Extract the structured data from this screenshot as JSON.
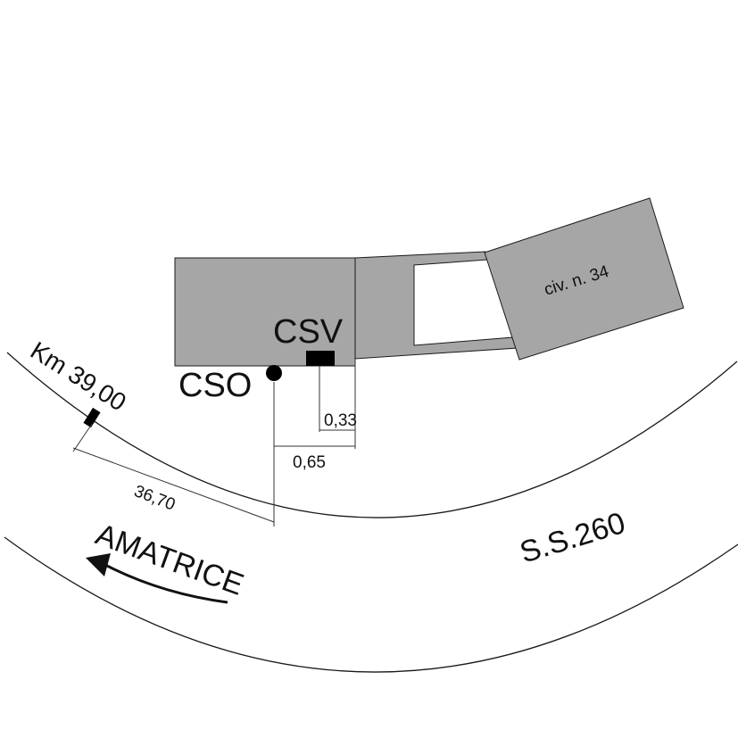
{
  "labels": {
    "km_marker": "Km 39,00",
    "csv": "CSV",
    "cso": "CSO",
    "civic_number": "civ. n. 34",
    "dim_small": "0,33",
    "dim_medium": "0,65",
    "dim_long": "36,70",
    "direction": "AMATRICE",
    "road": "S.S.260"
  },
  "colors": {
    "building_fill": "#a6a6a6",
    "line": "#1a1a1a",
    "background": "#ffffff"
  }
}
